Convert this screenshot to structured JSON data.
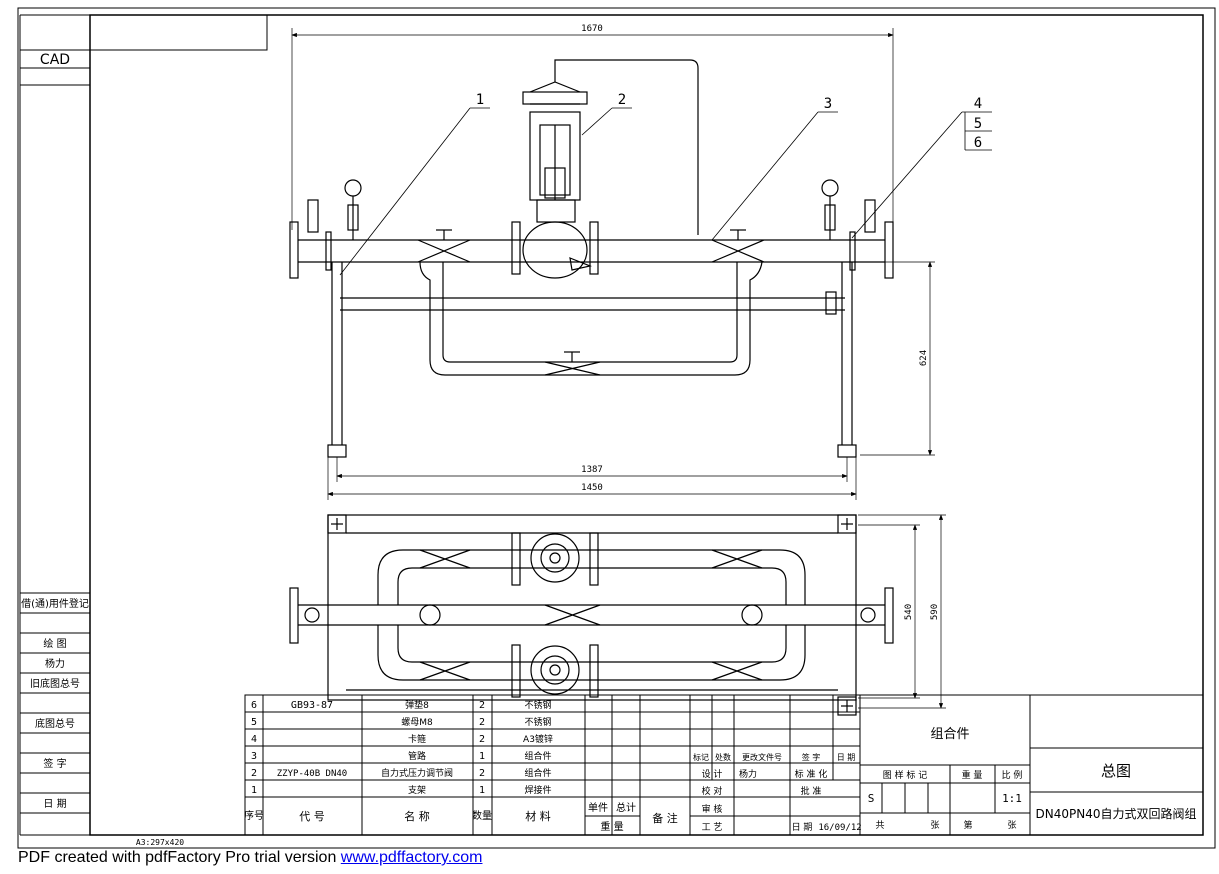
{
  "sheet": {
    "cad_label": "CAD",
    "paper_size": "A3:297x420"
  },
  "left_column": {
    "reg": "借(通)用件登记",
    "draw_label": "绘 图",
    "drawer": "杨力",
    "old_no": "旧底图总号",
    "base_no": "底图总号",
    "sign": "签 字",
    "date": "日 期"
  },
  "dimensions": {
    "total_length": "1670",
    "height": "624",
    "frame_length": "1387",
    "base_length": "1450",
    "inner_width": "540",
    "outer_width": "590"
  },
  "balloons": [
    "1",
    "2",
    "3",
    "4",
    "5",
    "6"
  ],
  "bom": {
    "rows": [
      {
        "no": "6",
        "code": "GB93-87",
        "name": "弹垫8",
        "qty": "2",
        "material": "不锈钢"
      },
      {
        "no": "5",
        "code": "",
        "name": "螺母M8",
        "qty": "2",
        "material": "不锈钢"
      },
      {
        "no": "4",
        "code": "",
        "name": "卡箍",
        "qty": "2",
        "material": "A3镀锌"
      },
      {
        "no": "3",
        "code": "",
        "name": "管路",
        "qty": "1",
        "material": "组合件"
      },
      {
        "no": "2",
        "code": "ZZYP-40B DN40",
        "name": "自力式压力调节阀",
        "qty": "2",
        "material": "组合件"
      },
      {
        "no": "1",
        "code": "",
        "name": "支架",
        "qty": "1",
        "material": "焊接件"
      }
    ],
    "header": {
      "seq": "序号",
      "code": "代 号",
      "name": "名 称",
      "qty": "数量",
      "material": "材 料",
      "unit": "单件",
      "total": "总计",
      "weight": "重 量",
      "remark": "备 注"
    }
  },
  "title_block": {
    "rev_headers": [
      "标记",
      "处数",
      "更改文件号",
      "签 字",
      "日 期"
    ],
    "design_label": "设 计",
    "designer": "杨力",
    "std_label": "标 准 化",
    "check_label": "校 对",
    "approve_label": "批 准",
    "review_label": "审 核",
    "process_label": "工 艺",
    "date_label": "日 期",
    "date_value": "16/09/12",
    "assembly": "组合件",
    "drawing_type": "总图",
    "drawing_name": "DN40PN40自力式双回路阀组",
    "stage_label": "图 样 标 记",
    "stage": "S",
    "weight_label": "重 量",
    "scale_label": "比 例",
    "scale": "1:1",
    "total_label": "共",
    "sheets_label": "张",
    "page_label": "第"
  },
  "footer": {
    "prefix": "PDF created with pdfFactory Pro trial version ",
    "link": "www.pdffactory.com"
  }
}
